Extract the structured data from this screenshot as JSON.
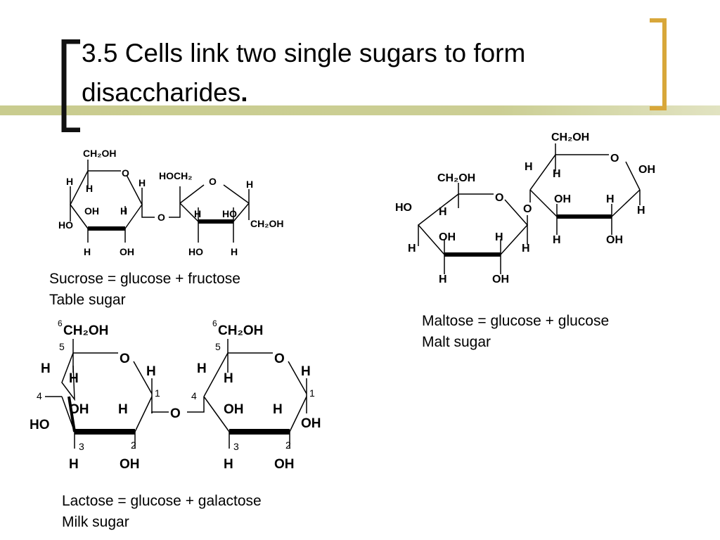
{
  "slide": {
    "title": "3.5 Cells link two single sugars to form disaccharides",
    "title_dot": ".",
    "accent_color": "#c9cc8f",
    "bracket_color": "#d8a73a"
  },
  "sucrose": {
    "caption_line1": "Sucrose = glucose + fructose",
    "caption_line2": "Table sugar",
    "labels": {
      "ch2oh": "CH₂OH",
      "ring_o": "O",
      "h1": "H",
      "h2": "H",
      "h3": "H",
      "oh1": "OH",
      "h4": "H",
      "ho1": "HO",
      "h5": "H",
      "oh2": "OH",
      "bridge_o": "O",
      "hoch2": "HOCH₂",
      "ring_o2": "O",
      "h6": "H",
      "h7": "H",
      "ho2": "HO",
      "ch2oh2": "CH₂OH",
      "ho3": "HO",
      "h8": "H"
    }
  },
  "maltose": {
    "caption_line1": "Maltose = glucose + glucose",
    "caption_line2": "Malt sugar",
    "labels": {
      "ch2oh1": "CH₂OH",
      "ring_o1": "O",
      "h1": "H",
      "ho1": "HO",
      "oh1": "OH",
      "h2": "H",
      "h3": "H",
      "h4": "H",
      "h5": "H",
      "oh2": "OH",
      "bridge_o": "O",
      "ch2oh2": "CH₂OH",
      "ring_o2": "O",
      "h6": "H",
      "h7": "H",
      "oh3": "OH",
      "oh4": "OH",
      "h8": "H",
      "h9": "H",
      "h10": "H",
      "oh5": "OH"
    }
  },
  "lactose": {
    "caption_line1": "Lactose = glucose + galactose",
    "caption_line2": "Milk sugar",
    "labels": {
      "c6a": "6",
      "ch2oh1": "CH₂OH",
      "c5a": "5",
      "ring_o1": "O",
      "h1": "H",
      "h2": "H",
      "h3": "H",
      "c4a": "4",
      "oh1": "OH",
      "h4": "H",
      "c1a": "1",
      "ho1": "HO",
      "c3a": "3",
      "c2a": "2",
      "h5": "H",
      "oh2": "OH",
      "bridge_o": "O",
      "c6b": "6",
      "ch2oh2": "CH₂OH",
      "c5b": "5",
      "ring_o2": "O",
      "h6": "H",
      "h7": "H",
      "h8": "H",
      "c4b": "4",
      "oh3": "OH",
      "h9": "H",
      "c1b": "1",
      "oh4": "OH",
      "c3b": "3",
      "c2b": "2",
      "h10": "H",
      "oh5": "OH"
    }
  }
}
